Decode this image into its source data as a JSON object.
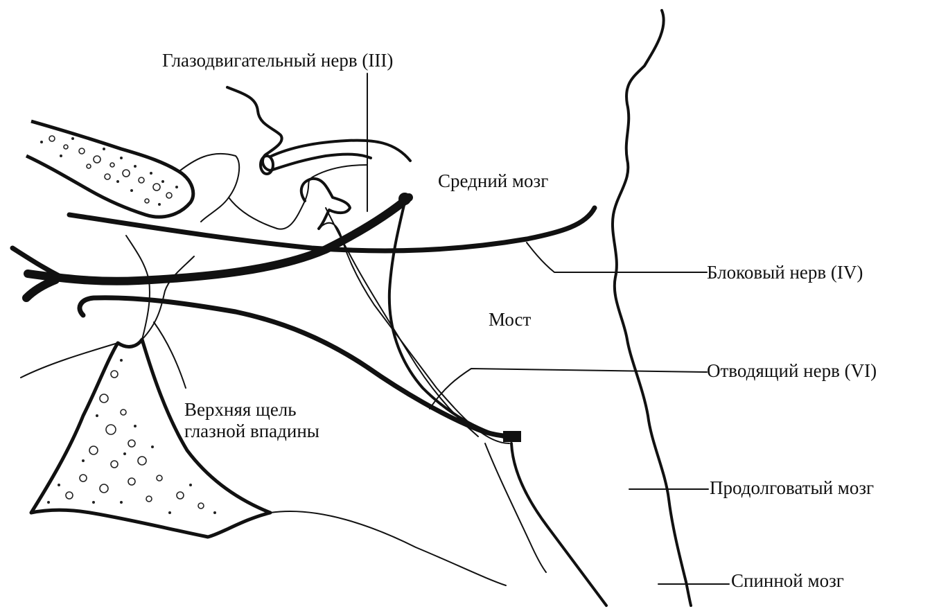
{
  "labels": {
    "oculomotor_nerve": "Глазодвигательный нерв (III)",
    "midbrain": "Средний мозг",
    "trochlear_nerve": "Блоковый нерв (IV)",
    "pons": "Мост",
    "abducens_nerve": "Отводящий нерв (VI)",
    "superior_orbital_fissure": "Верхняя щель\nглазной впадины",
    "medulla_oblongata": "Продолговатый мозг",
    "spinal_cord": "Спинной мозг"
  },
  "colors": {
    "ink": "#111111",
    "background": "#ffffff"
  }
}
